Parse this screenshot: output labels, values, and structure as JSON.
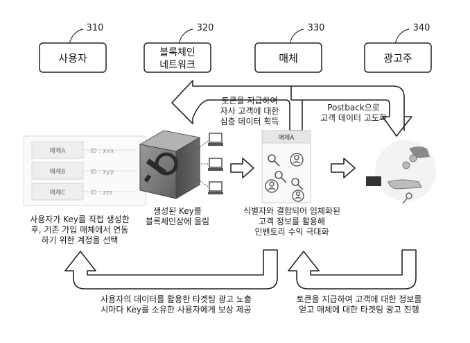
{
  "entities": [
    {
      "number": "310",
      "label": "사용자"
    },
    {
      "number": "320",
      "label": "블록체인\n네트워크"
    },
    {
      "number": "330",
      "label": "매체"
    },
    {
      "number": "340",
      "label": "광고주"
    }
  ],
  "user_panel": {
    "rows": [
      {
        "media": "매체A",
        "id": "ID : xxx"
      },
      {
        "media": "매체B",
        "id": "ID : xyy"
      },
      {
        "media": "매체C",
        "id": "ID : zzz"
      }
    ]
  },
  "media_card": {
    "title": "매체A"
  },
  "captions": {
    "top_left_arrow": "토큰을 지급하여\n자사 고객에 대한\n심층 데이터 획득",
    "top_right_arrow": "Postback으로\n고객 데이터 고도화",
    "user_desc": "사용자가 Key를 직접 생성한\n후, 기존 가입 매체에서 연동\n하기 위한 계정을 선택",
    "key_desc": "생성된 Key를\n블록체인상에 올림",
    "media_desc": "식별자와 결합되어 임체화된\n고객 정보를 활용해\n인벤토리 수익 극대화",
    "bottom_left_arrow": "사용자의 데이터를 활용한 타겟팅 광고 노출\n시마다 Key를 소유한 사용자에게 보상 제공",
    "bottom_right_arrow": "토큰을 지급하여 고객에 대한 정보를\n얻고 매체에 대한 타겟팅 광고 진행"
  }
}
